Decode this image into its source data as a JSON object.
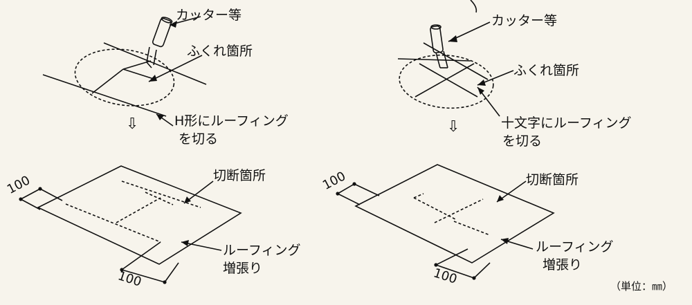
{
  "left": {
    "cutter": "カッター等",
    "bulge": "ふくれ箇所",
    "instruction_line1": "H形にルーフィング",
    "instruction_line2": "を切る",
    "down_arrow": "⇩",
    "cut_area": "切断箇所",
    "roofing_line1": "ルーフィング",
    "roofing_line2": "増張り",
    "dim_left": "100",
    "dim_bottom": "100"
  },
  "right": {
    "cutter": "カッター等",
    "bulge": "ふくれ箇所",
    "instruction_line1": "十文字にルーフィング",
    "instruction_line2": "を切る",
    "down_arrow": "⇩",
    "cut_area": "切断箇所",
    "roofing_line1": "ルーフィング",
    "roofing_line2": "増張り",
    "dim_left": "100",
    "dim_bottom": "100"
  },
  "unit_note": "（単位：㎜）"
}
